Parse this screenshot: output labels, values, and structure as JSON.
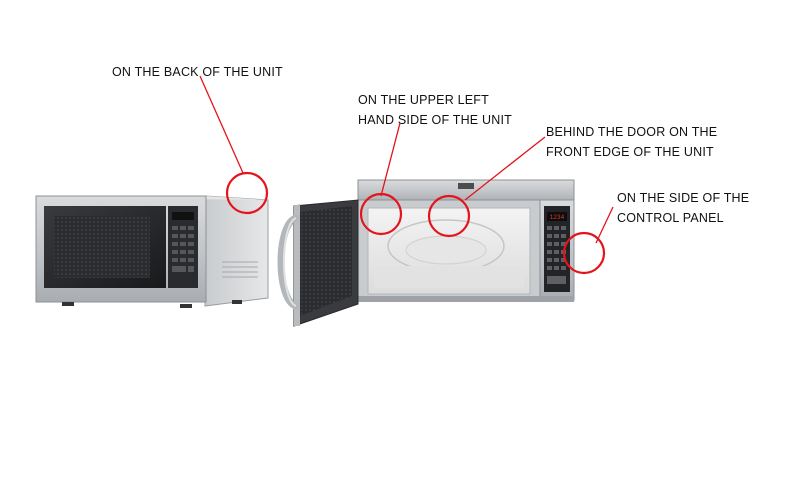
{
  "callouts": {
    "back": {
      "lines": [
        "ON THE BACK OF THE UNIT"
      ]
    },
    "upper_left": {
      "lines": [
        "ON THE UPPER LEFT",
        "HAND SIDE OF THE UNIT"
      ]
    },
    "behind_door": {
      "lines": [
        "BEHIND THE DOOR ON THE",
        "FRONT EDGE OF THE UNIT"
      ]
    },
    "side_panel": {
      "lines": [
        "ON THE SIDE OF THE",
        "CONTROL PANEL"
      ]
    }
  },
  "display_readout": "1234",
  "colors": {
    "highlight": "#e3141c",
    "stainless": "#b9bcbf",
    "black_glass": "#1e1f22"
  }
}
